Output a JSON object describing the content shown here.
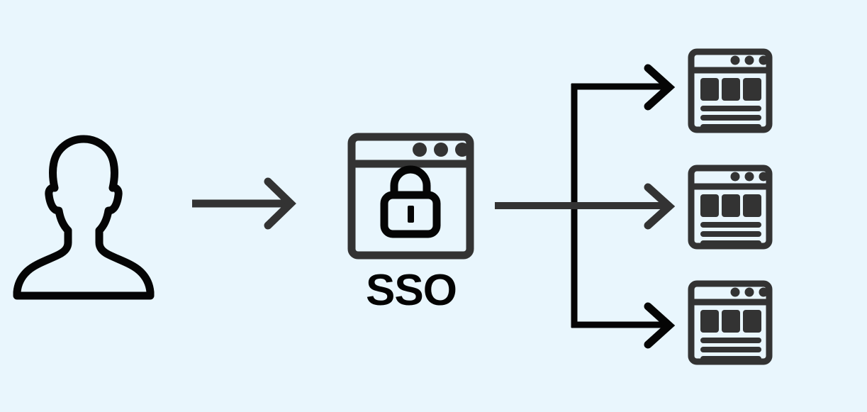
{
  "diagram": {
    "title": "Single Sign-On (SSO) flow diagram",
    "background_color": "#e9f6fd",
    "stroke_dark": "#333333",
    "stroke_black": "#050505",
    "nodes": {
      "user": {
        "name": "user-avatar",
        "icon": "person-silhouette-icon",
        "label": ""
      },
      "sso": {
        "name": "sso-portal",
        "icon": "browser-window-lock-icon",
        "label": "SSO"
      },
      "apps": [
        {
          "name": "application-window-1",
          "icon": "browser-window-content-icon",
          "label": ""
        },
        {
          "name": "application-window-2",
          "icon": "browser-window-content-icon",
          "label": ""
        },
        {
          "name": "application-window-3",
          "icon": "browser-window-content-icon",
          "label": ""
        }
      ]
    },
    "connectors": [
      {
        "name": "arrow-user-to-sso",
        "from": "user",
        "to": "sso",
        "style": "straight-arrow",
        "color": "#333333"
      },
      {
        "name": "arrow-sso-to-app-1",
        "from": "sso",
        "to": "application-window-1",
        "style": "elbow-arrow-up",
        "color": "#050505"
      },
      {
        "name": "arrow-sso-to-app-2",
        "from": "sso",
        "to": "application-window-2",
        "style": "straight-arrow",
        "color": "#333333"
      },
      {
        "name": "arrow-sso-to-app-3",
        "from": "sso",
        "to": "application-window-3",
        "style": "elbow-arrow-down",
        "color": "#050505"
      }
    ]
  }
}
